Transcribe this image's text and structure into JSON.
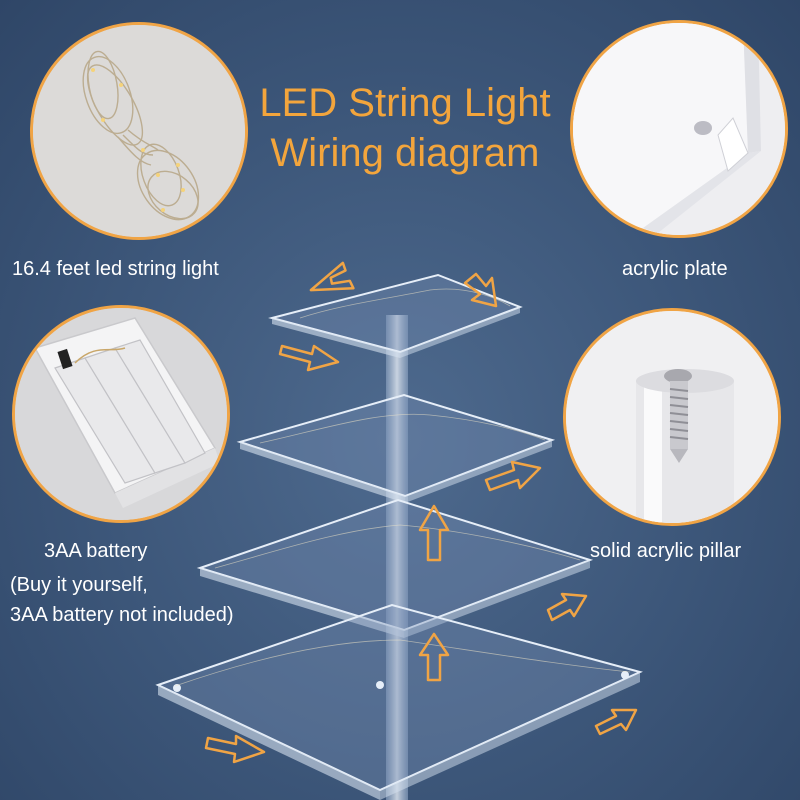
{
  "title": {
    "line1": "LED String Light",
    "line2": "Wiring diagram"
  },
  "callouts": {
    "string_light": "16.4 feet led string light",
    "acrylic_plate": "acrylic plate",
    "battery": "3AA battery",
    "battery_note_line1": "(Buy it yourself,",
    "battery_note_line2": "3AA battery not included)",
    "pillar": "solid acrylic pillar"
  },
  "colors": {
    "background": "#3c5679",
    "accent": "#f0a445",
    "title": "#f3a53c",
    "text": "#ffffff"
  }
}
